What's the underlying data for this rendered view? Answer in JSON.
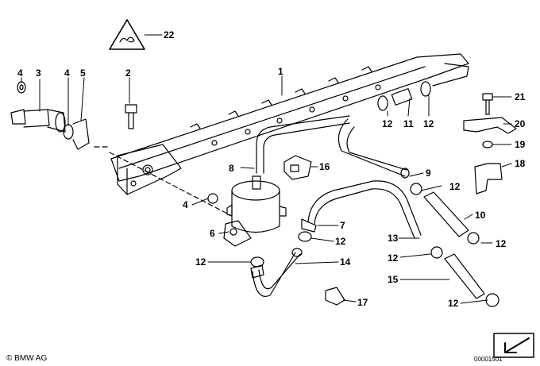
{
  "callouts": {
    "c1": "1",
    "c2": "2",
    "c3": "3",
    "c4a": "4",
    "c4b": "4",
    "c4c": "4",
    "c5": "5",
    "c6": "6",
    "c7": "7",
    "c8": "8",
    "c9": "9",
    "c10": "10",
    "c11": "11",
    "c12a": "12",
    "c12b": "12",
    "c12c": "12",
    "c12d": "12",
    "c12e": "12",
    "c12f": "12",
    "c12g": "12",
    "c12h": "12",
    "c13": "13",
    "c14": "14",
    "c15": "15",
    "c16": "16",
    "c17": "17",
    "c18": "18",
    "c19": "19",
    "c20": "20",
    "c21": "21",
    "c22": "22"
  },
  "footer": {
    "copyright": "© BMW AG",
    "ref_number": "00001501"
  }
}
